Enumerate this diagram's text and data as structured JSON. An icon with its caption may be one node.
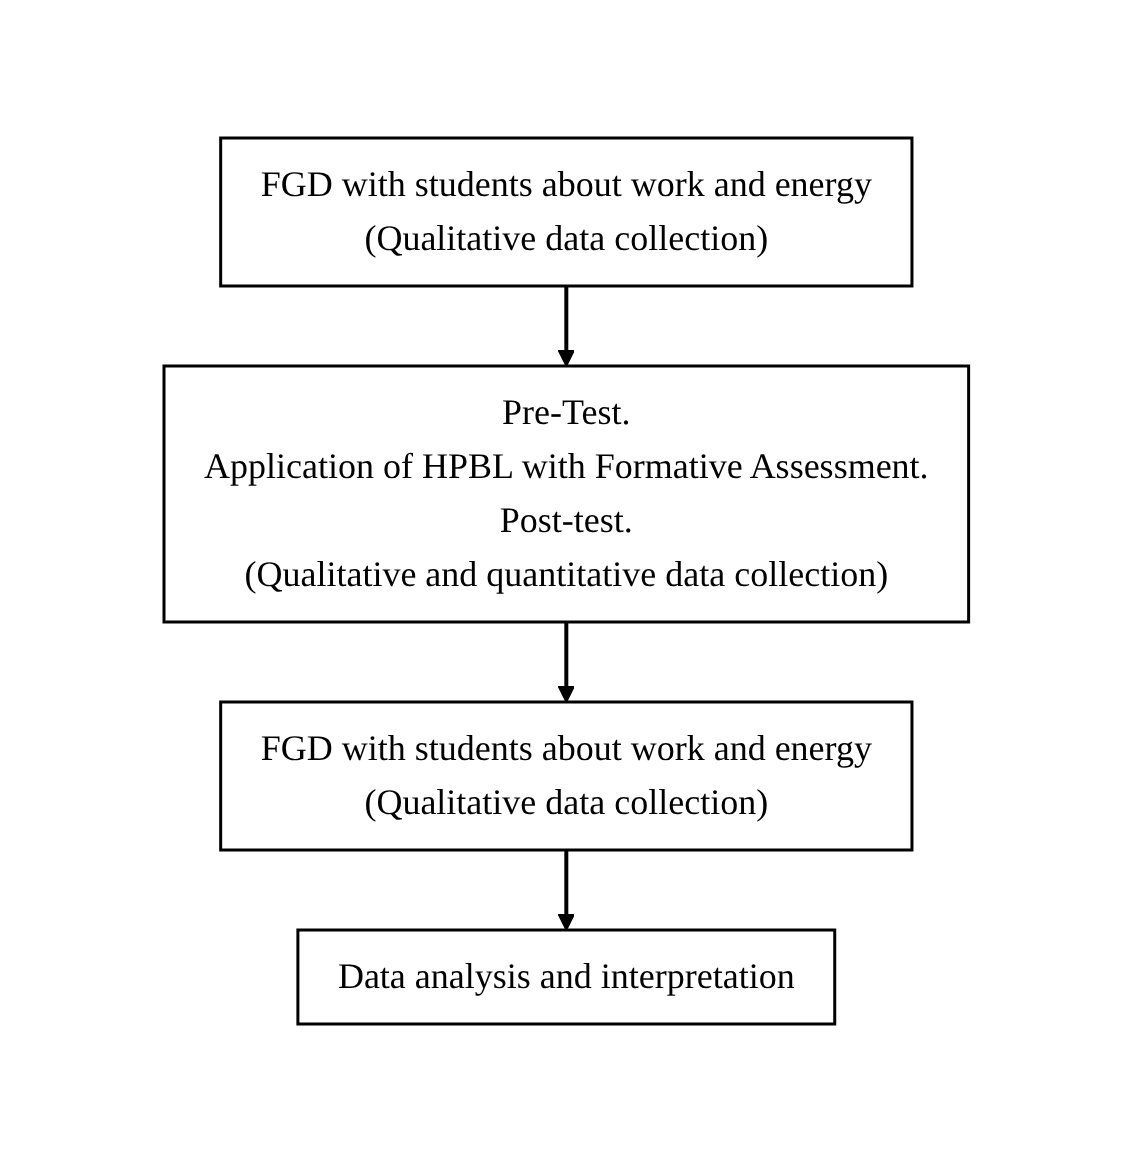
{
  "diagram": {
    "nodes": [
      {
        "text": [
          "FGD with students about work and energy",
          "(Qualitative data collection)"
        ]
      },
      {
        "text": [
          "Pre-Test.",
          "Application of HPBL with Formative Assessment.",
          "Post-test.",
          "(Qualitative and quantitative data collection)"
        ]
      },
      {
        "text": [
          "FGD with students about work and energy",
          "(Qualitative data collection)"
        ]
      },
      {
        "text": [
          "Data analysis and interpretation"
        ]
      }
    ],
    "edges": [
      {
        "from": 0,
        "to": 1,
        "arrow": "to"
      },
      {
        "from": 1,
        "to": 2,
        "arrow": "to"
      },
      {
        "from": 2,
        "to": 3,
        "arrow": "to"
      }
    ]
  }
}
